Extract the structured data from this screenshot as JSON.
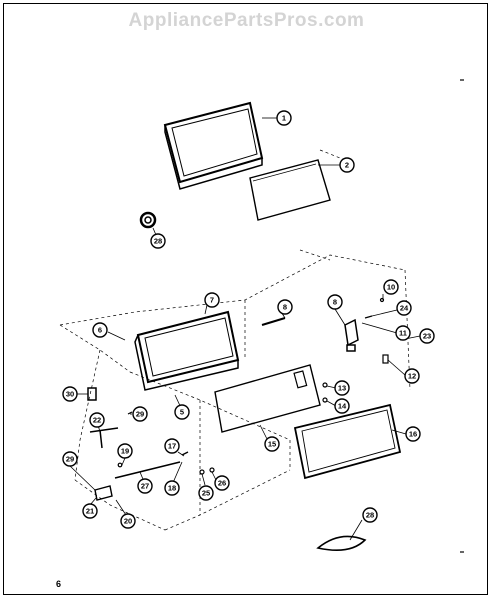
{
  "watermark": "AppliancePartsPros.com",
  "page_number": "6",
  "callouts": [
    {
      "id": "1",
      "label": "1"
    },
    {
      "id": "2",
      "label": "2"
    },
    {
      "id": "28a",
      "label": "28"
    },
    {
      "id": "7",
      "label": "7"
    },
    {
      "id": "8a",
      "label": "8"
    },
    {
      "id": "8b",
      "label": "8"
    },
    {
      "id": "10",
      "label": "10"
    },
    {
      "id": "24",
      "label": "24"
    },
    {
      "id": "11",
      "label": "11"
    },
    {
      "id": "23",
      "label": "23"
    },
    {
      "id": "6",
      "label": "6"
    },
    {
      "id": "12",
      "label": "12"
    },
    {
      "id": "30",
      "label": "30"
    },
    {
      "id": "29a",
      "label": "29"
    },
    {
      "id": "5",
      "label": "5"
    },
    {
      "id": "13",
      "label": "13"
    },
    {
      "id": "14",
      "label": "14"
    },
    {
      "id": "22",
      "label": "22"
    },
    {
      "id": "15",
      "label": "15"
    },
    {
      "id": "16",
      "label": "16"
    },
    {
      "id": "19",
      "label": "19"
    },
    {
      "id": "17",
      "label": "17"
    },
    {
      "id": "29b",
      "label": "29"
    },
    {
      "id": "27",
      "label": "27"
    },
    {
      "id": "18",
      "label": "18"
    },
    {
      "id": "25",
      "label": "25"
    },
    {
      "id": "26",
      "label": "26"
    },
    {
      "id": "21",
      "label": "21"
    },
    {
      "id": "20",
      "label": "20"
    },
    {
      "id": "28b",
      "label": "28"
    }
  ]
}
